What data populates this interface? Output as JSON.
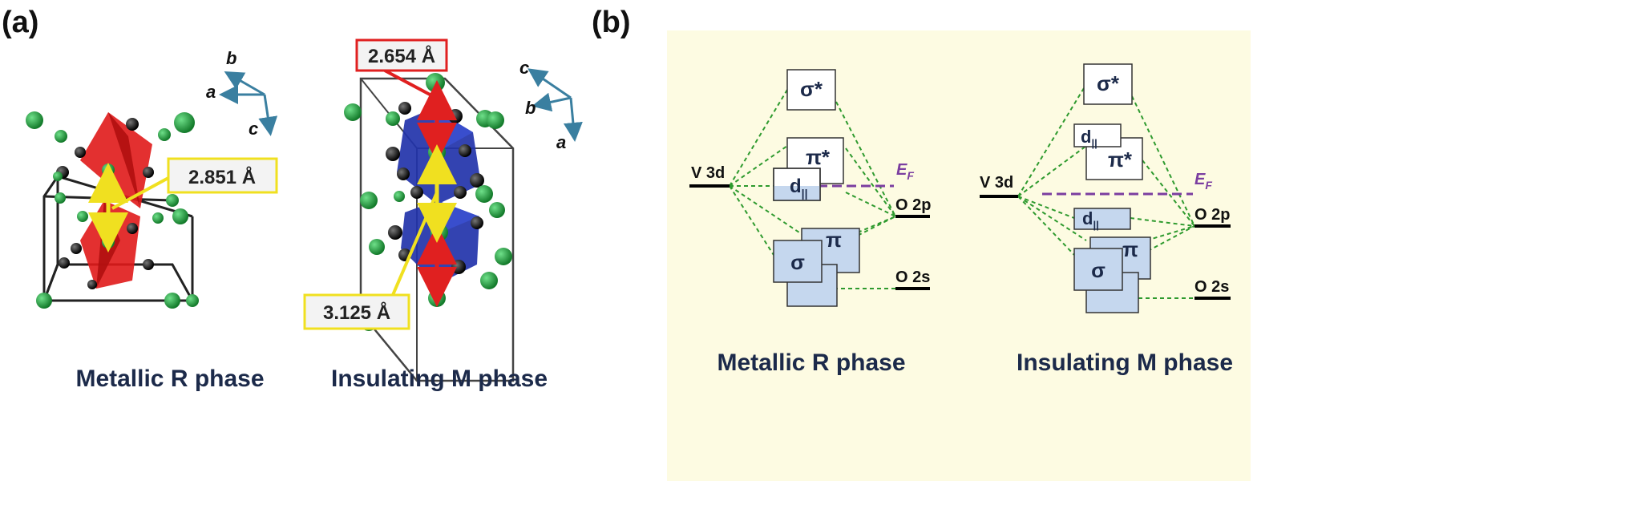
{
  "panel_a": {
    "label": "(a)",
    "captions": {
      "metallic": "Metallic R phase",
      "insulating": "Insulating M phase"
    },
    "distances": {
      "r_phase": "2.851 Å",
      "m_phase_long": "3.125 Å",
      "m_phase_short": "2.654 Å"
    },
    "axes_r": {
      "top": "b",
      "mid": "a",
      "bottom": "c"
    },
    "axes_m": {
      "top": "c",
      "mid": "b",
      "bottom": "a"
    },
    "colors": {
      "red_octahedra": "#e01a1a",
      "blue_octahedra": "#2233aa",
      "v_atoms": "#1f9a3a",
      "o_atoms": "#111111",
      "yellow_arrow": "#f0e020",
      "red_arrow": "#e02020",
      "axis_lines": "#3a7fa0"
    }
  },
  "panel_b": {
    "label": "(b)",
    "background": "#fdfbe2",
    "captions": {
      "metallic": "Metallic R phase",
      "insulating": "Insulating M phase"
    },
    "levels": {
      "v3d": "V 3d",
      "o2p": "O 2p",
      "o2s": "O 2s",
      "ef_main": "E",
      "ef_sub": "F"
    },
    "orbitals": {
      "sigma_star": "σ*",
      "pi_star": "π*",
      "d_par": "d",
      "d_sub": "||",
      "pi": "π",
      "sigma": "σ"
    },
    "colors": {
      "filled": "#c5d7ee",
      "dashed_green": "#2e9a2e",
      "fermi": "#7b3ea0",
      "text": "#1c2a4a"
    }
  }
}
